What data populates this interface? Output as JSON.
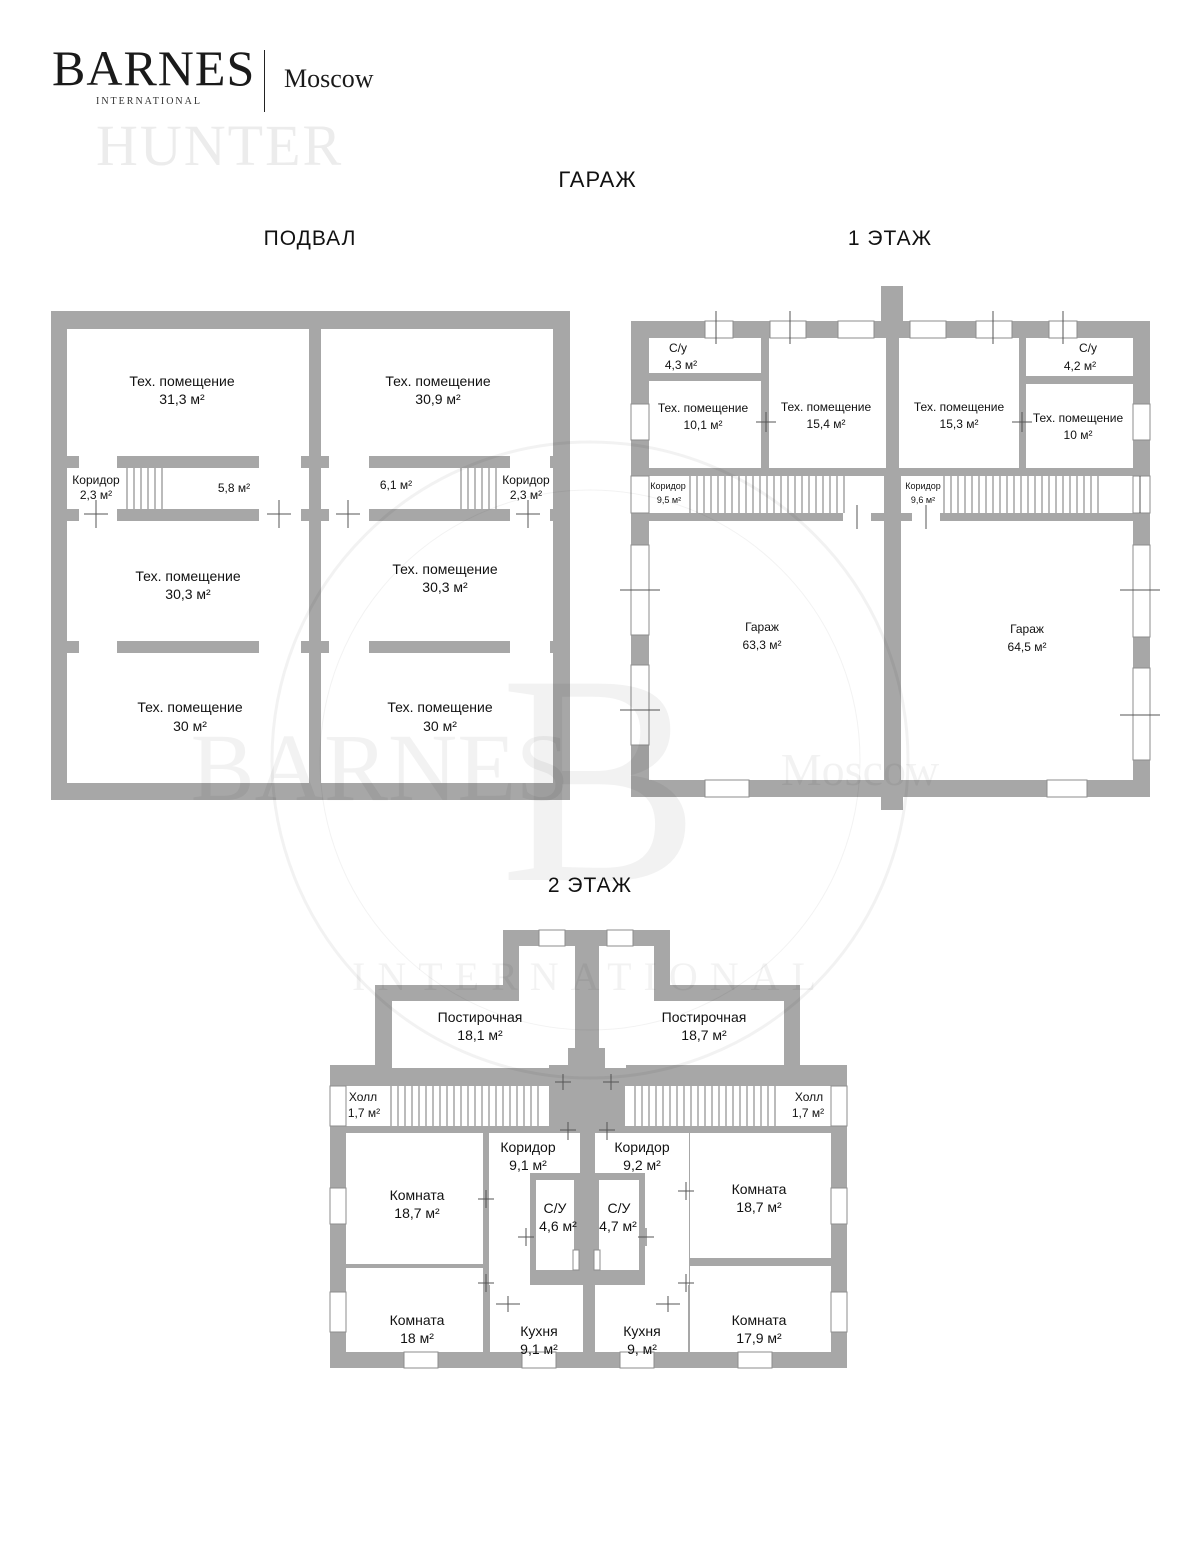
{
  "logo": {
    "brand": "BARNES",
    "subtitle": "INTERNATIONAL",
    "city": "Moscow",
    "watermark": "HUNTER"
  },
  "title": "ГАРАЖ",
  "floors": {
    "basement": {
      "title": "ПОДВАЛ",
      "rooms": [
        {
          "name": "Тех. помещение",
          "area": "31,3 м²"
        },
        {
          "name": "Тех. помещение",
          "area": "30,9 м²"
        },
        {
          "name": "Коридор",
          "area": "2,3 м²"
        },
        {
          "name": "",
          "area": "5,8 м²"
        },
        {
          "name": "",
          "area": "6,1 м²"
        },
        {
          "name": "Коридор",
          "area": "2,3 м²"
        },
        {
          "name": "Тех. помещение",
          "area": "30,3 м²"
        },
        {
          "name": "Тех. помещение",
          "area": "30,3 м²"
        },
        {
          "name": "Тех. помещение",
          "area": "30 м²"
        },
        {
          "name": "Тех. помещение",
          "area": "30 м²"
        }
      ]
    },
    "first": {
      "title": "1 ЭТАЖ",
      "rooms": [
        {
          "name": "С/у",
          "area": "4,3 м²"
        },
        {
          "name": "С/у",
          "area": "4,2 м²"
        },
        {
          "name": "Тех. помещение",
          "area": "10,1 м²"
        },
        {
          "name": "Тех. помещение",
          "area": "15,4 м²"
        },
        {
          "name": "Тех. помещение",
          "area": "15,3 м²"
        },
        {
          "name": "Тех. помещение",
          "area": "10 м²"
        },
        {
          "name": "Коридор",
          "area": "9,5 м²"
        },
        {
          "name": "Коридор",
          "area": "9,6 м²"
        },
        {
          "name": "Гараж",
          "area": "63,3 м²"
        },
        {
          "name": "Гараж",
          "area": "64,5 м²"
        }
      ]
    },
    "second": {
      "title": "2 ЭТАЖ",
      "rooms": [
        {
          "name": "Постирочная",
          "area": "18,1 м²"
        },
        {
          "name": "Постирочная",
          "area": "18,7 м²"
        },
        {
          "name": "Холл",
          "area": "1,7 м²"
        },
        {
          "name": "Холл",
          "area": "1,7 м²"
        },
        {
          "name": "Коридор",
          "area": "9,1 м²"
        },
        {
          "name": "Коридор",
          "area": "9,2 м²"
        },
        {
          "name": "Комната",
          "area": "18,7 м²"
        },
        {
          "name": "Комната",
          "area": "18,7 м²"
        },
        {
          "name": "С/У",
          "area": "4,6 м²"
        },
        {
          "name": "С/У",
          "area": "4,7 м²"
        },
        {
          "name": "Комната",
          "area": "18 м²"
        },
        {
          "name": "Кухня",
          "area": "9,1 м²"
        },
        {
          "name": "Кухня",
          "area": "9, м²"
        },
        {
          "name": "Комната",
          "area": "17,9 м²"
        }
      ]
    }
  },
  "watermark": {
    "brand": "BARNES",
    "subtitle": "INTERNATIONAL",
    "city": "Moscow",
    "initial": "B"
  }
}
